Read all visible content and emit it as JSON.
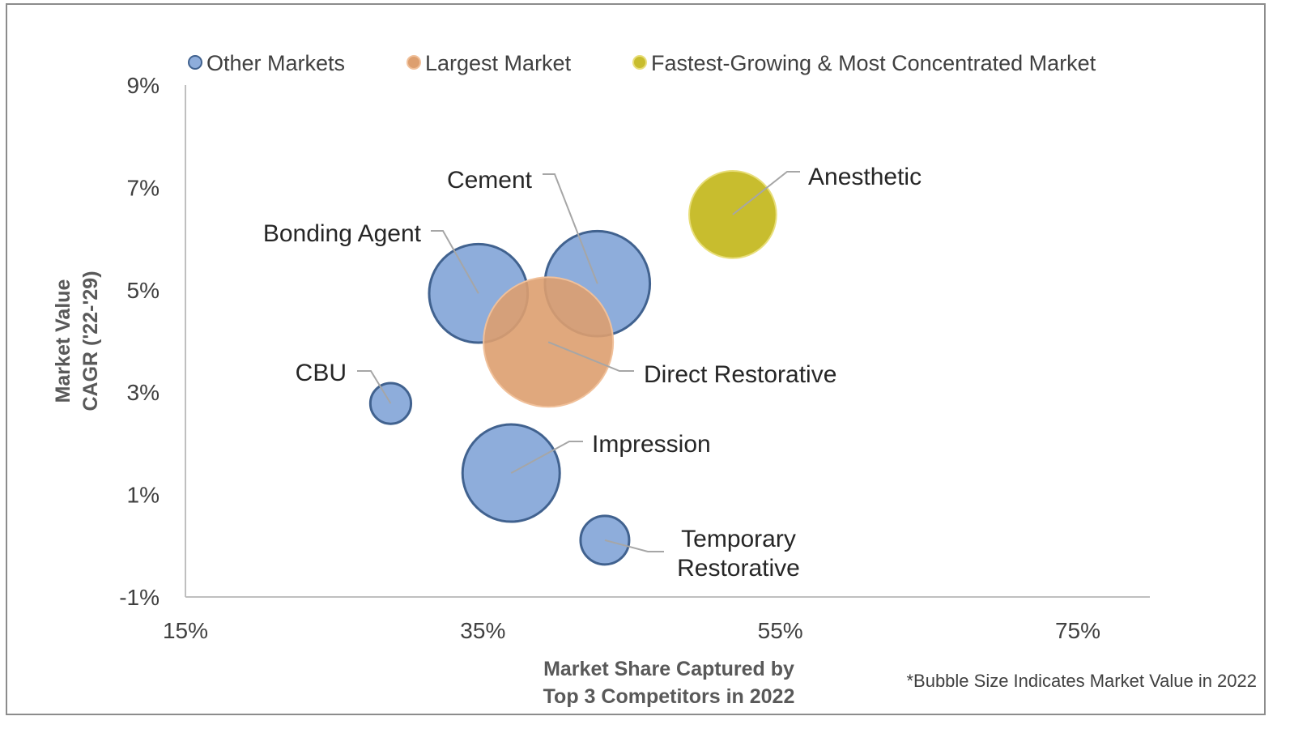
{
  "chart_data": {
    "type": "bubble",
    "title": "",
    "xlabel": [
      "Market Share Captured by",
      "Top 3 Competitors in 2022"
    ],
    "ylabel": [
      "Market Value",
      "CAGR ('22-'29)"
    ],
    "xlim": [
      15,
      80
    ],
    "ylim": [
      -1,
      9
    ],
    "xticks": [
      15,
      35,
      55,
      75
    ],
    "xtick_labels": [
      "15%",
      "35%",
      "55%",
      "75%"
    ],
    "yticks": [
      9,
      7,
      5,
      3,
      1,
      -1
    ],
    "ytick_labels": [
      "9%",
      "7%",
      "5%",
      "3%",
      "1%",
      "-1%"
    ],
    "grid": false,
    "legend_position": "top",
    "legend": [
      {
        "name": "Other Markets",
        "color": "#8eaddb",
        "stroke": "#41628f"
      },
      {
        "name": "Largest Market",
        "color": "#dd9f6f",
        "stroke": "#f0c09a"
      },
      {
        "name": "Fastest-Growing & Most Concentrated Market",
        "color": "#c8bd2e",
        "stroke": "#e8de7a"
      }
    ],
    "series": [
      {
        "label": "Bonding Agent",
        "x": 34.7,
        "y": 4.93,
        "size": 37,
        "group": 0
      },
      {
        "label": "Cement",
        "x": 42.7,
        "y": 5.12,
        "size": 42,
        "group": 0
      },
      {
        "label": "CBU",
        "x": 28.8,
        "y": 2.78,
        "size": 6.3,
        "group": 0
      },
      {
        "label": "Impression",
        "x": 36.9,
        "y": 1.42,
        "size": 36,
        "group": 0
      },
      {
        "label": "Temporary Restorative",
        "label_lines": [
          "Temporary",
          "Restorative"
        ],
        "x": 43.2,
        "y": 0.11,
        "size": 9,
        "group": 0
      },
      {
        "label": "Direct Restorative",
        "x": 39.4,
        "y": 3.98,
        "size": 64,
        "group": 1
      },
      {
        "label": "Anesthetic",
        "x": 51.8,
        "y": 6.47,
        "size": 29,
        "group": 2
      }
    ],
    "footnote": "*Bubble Size Indicates Market Value in 2022"
  }
}
